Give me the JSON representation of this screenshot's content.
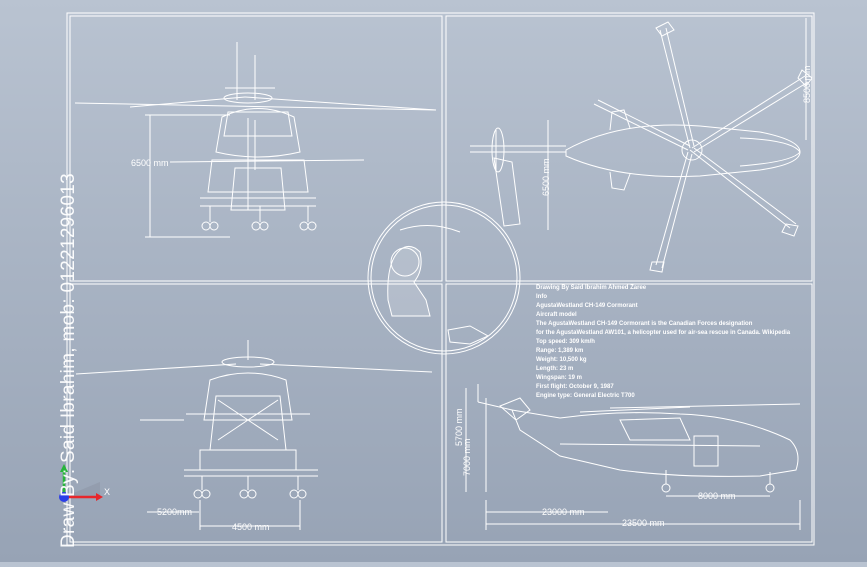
{
  "side_label": "Draw By: Said Ibrahim, mob: 01221296013",
  "views": {
    "front_top": {
      "height_dim": "6500 mm"
    },
    "top_plan": {
      "width_dim": "8500 mm",
      "height_dim": "6500 mm"
    },
    "front_bottom": {
      "left_dim": "5200mm",
      "bottom_dim": "4500 mm"
    },
    "side": {
      "vertical_dim_1": "5700 mm",
      "vertical_dim_2": "7000 mm",
      "wheelbase_dim": "8000 mm",
      "length_dim_1": "23000 mm",
      "length_dim_2": "23500 mm"
    }
  },
  "info_block": [
    "Drawing By Said Ibrahim Ahmed Zaree",
    "Info",
    "AgustaWestland CH-149 Cormorant",
    "Aircraft model",
    "The AgustaWestland CH-149 Cormorant is the Canadian Forces designation",
    "for the AgustaWestland AW101, a helicopter used for air-sea rescue in Canada. Wikipedia",
    "Top speed: 309 km/h",
    "Range: 1,389 km",
    "Weight: 10,500 kg",
    "Length: 23 m",
    "Wingspan: 19 m",
    "First flight: October 9, 1987",
    "Engine type: General Electric T700"
  ],
  "triad": {
    "x_label": "X",
    "colors": {
      "x": "#e8262b",
      "y": "#27b53a",
      "z": "#2b3ee8"
    }
  },
  "colors": {
    "background_top": "#b9c3d1",
    "background_bottom": "#97a3b5",
    "line": "#ffffff"
  }
}
